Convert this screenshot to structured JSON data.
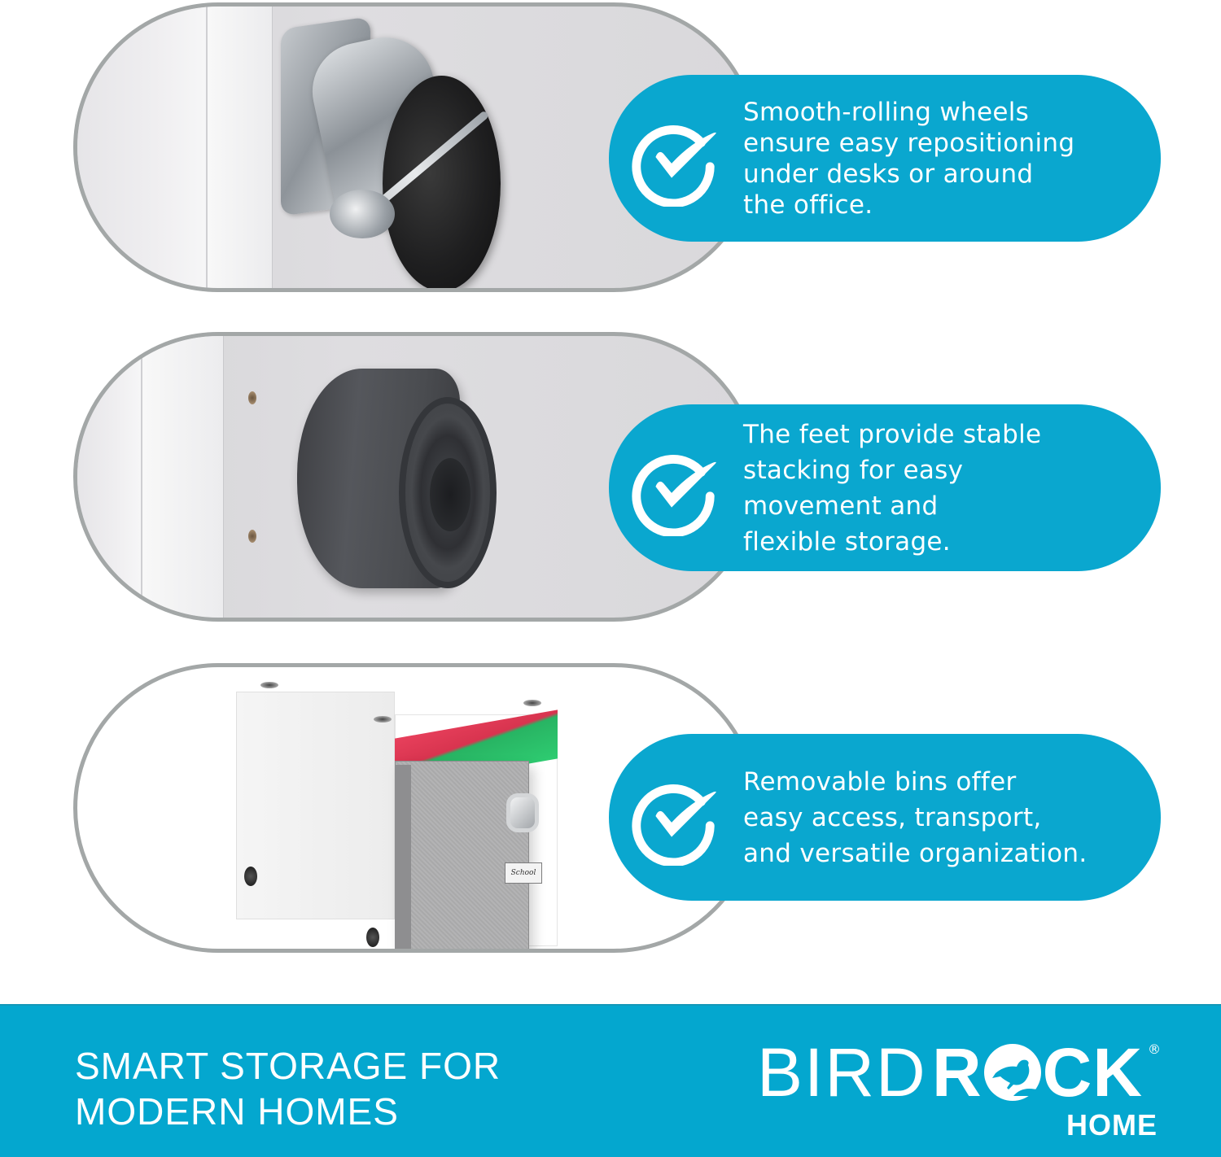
{
  "features": [
    {
      "id": "wheels",
      "icon": "check-circle-icon",
      "text": "Smooth-rolling wheels\nensure easy repositioning\nunder desks or around\nthe office.",
      "photo": "caster wheel with brake mounted on cabinet corner"
    },
    {
      "id": "feet",
      "icon": "check-circle-icon",
      "text": "The feet provide stable\nstacking for easy\nmovement and\nflexible storage.",
      "photo": "dark gray cylindrical stacking foot on cabinet underside"
    },
    {
      "id": "bins",
      "icon": "check-circle-icon",
      "text": "Removable bins offer\neasy access, transport,\nand versatile organization.",
      "photo": "white rolling file cabinet with gray fabric bin pulled out",
      "bin_label": "School"
    }
  ],
  "footer": {
    "tagline": "SMART STORAGE FOR\nMODERN HOMES",
    "logo": {
      "light": "BIRD",
      "bold_r": "R",
      "bold_rest": "CK",
      "registered": "®",
      "sub": "HOME"
    }
  },
  "colors": {
    "accent_blue": "#0aa7cf",
    "footer_blue": "#04a7cf",
    "frame_gray": "#a3a7a7",
    "text_white": "#ffffff"
  }
}
